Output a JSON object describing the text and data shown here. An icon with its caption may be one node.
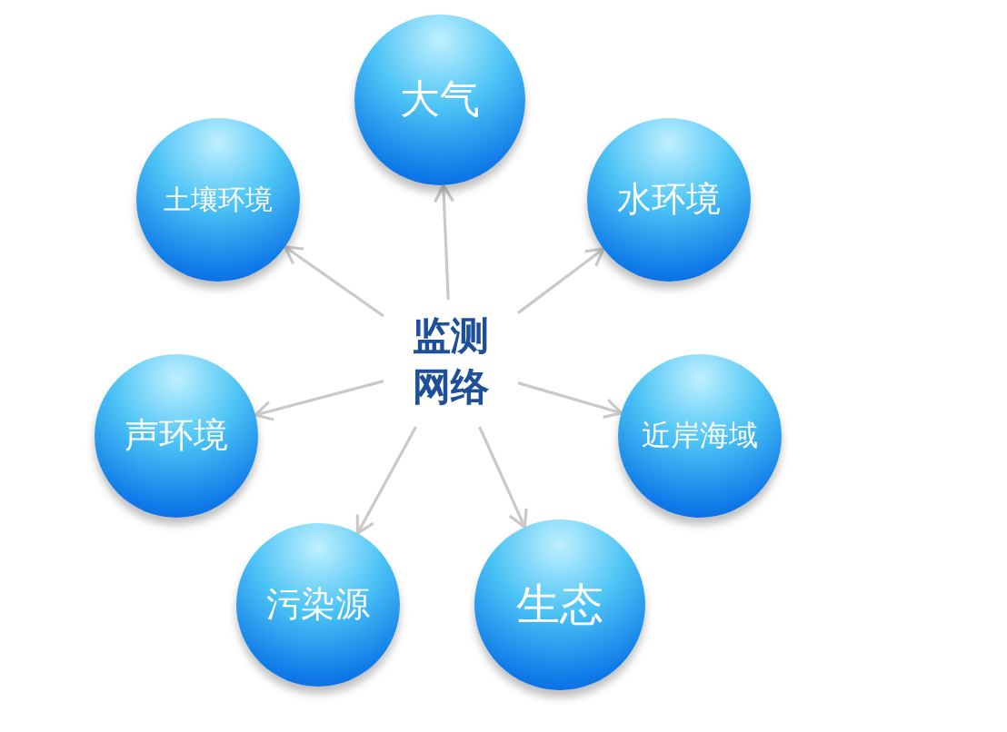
{
  "diagram": {
    "nodes": [
      {
        "text": [
          "监测网络"
        ]
      },
      {
        "text": [
          "大气"
        ]
      },
      {
        "text": [
          "水环境"
        ]
      },
      {
        "text": [
          "近岸海域"
        ]
      },
      {
        "text": [
          "生态"
        ]
      },
      {
        "text": [
          "污染源"
        ]
      },
      {
        "text": [
          "声环境"
        ]
      },
      {
        "text": [
          "土壤环境"
        ]
      }
    ],
    "edges": [
      {
        "from": 0,
        "to": 1,
        "arrow": "to"
      },
      {
        "from": 0,
        "to": 2,
        "arrow": "to"
      },
      {
        "from": 0,
        "to": 3,
        "arrow": "to"
      },
      {
        "from": 0,
        "to": 4,
        "arrow": "to"
      },
      {
        "from": 0,
        "to": 5,
        "arrow": "to"
      },
      {
        "from": 0,
        "to": 6,
        "arrow": "to"
      },
      {
        "from": 0,
        "to": 7,
        "arrow": "to"
      }
    ]
  }
}
